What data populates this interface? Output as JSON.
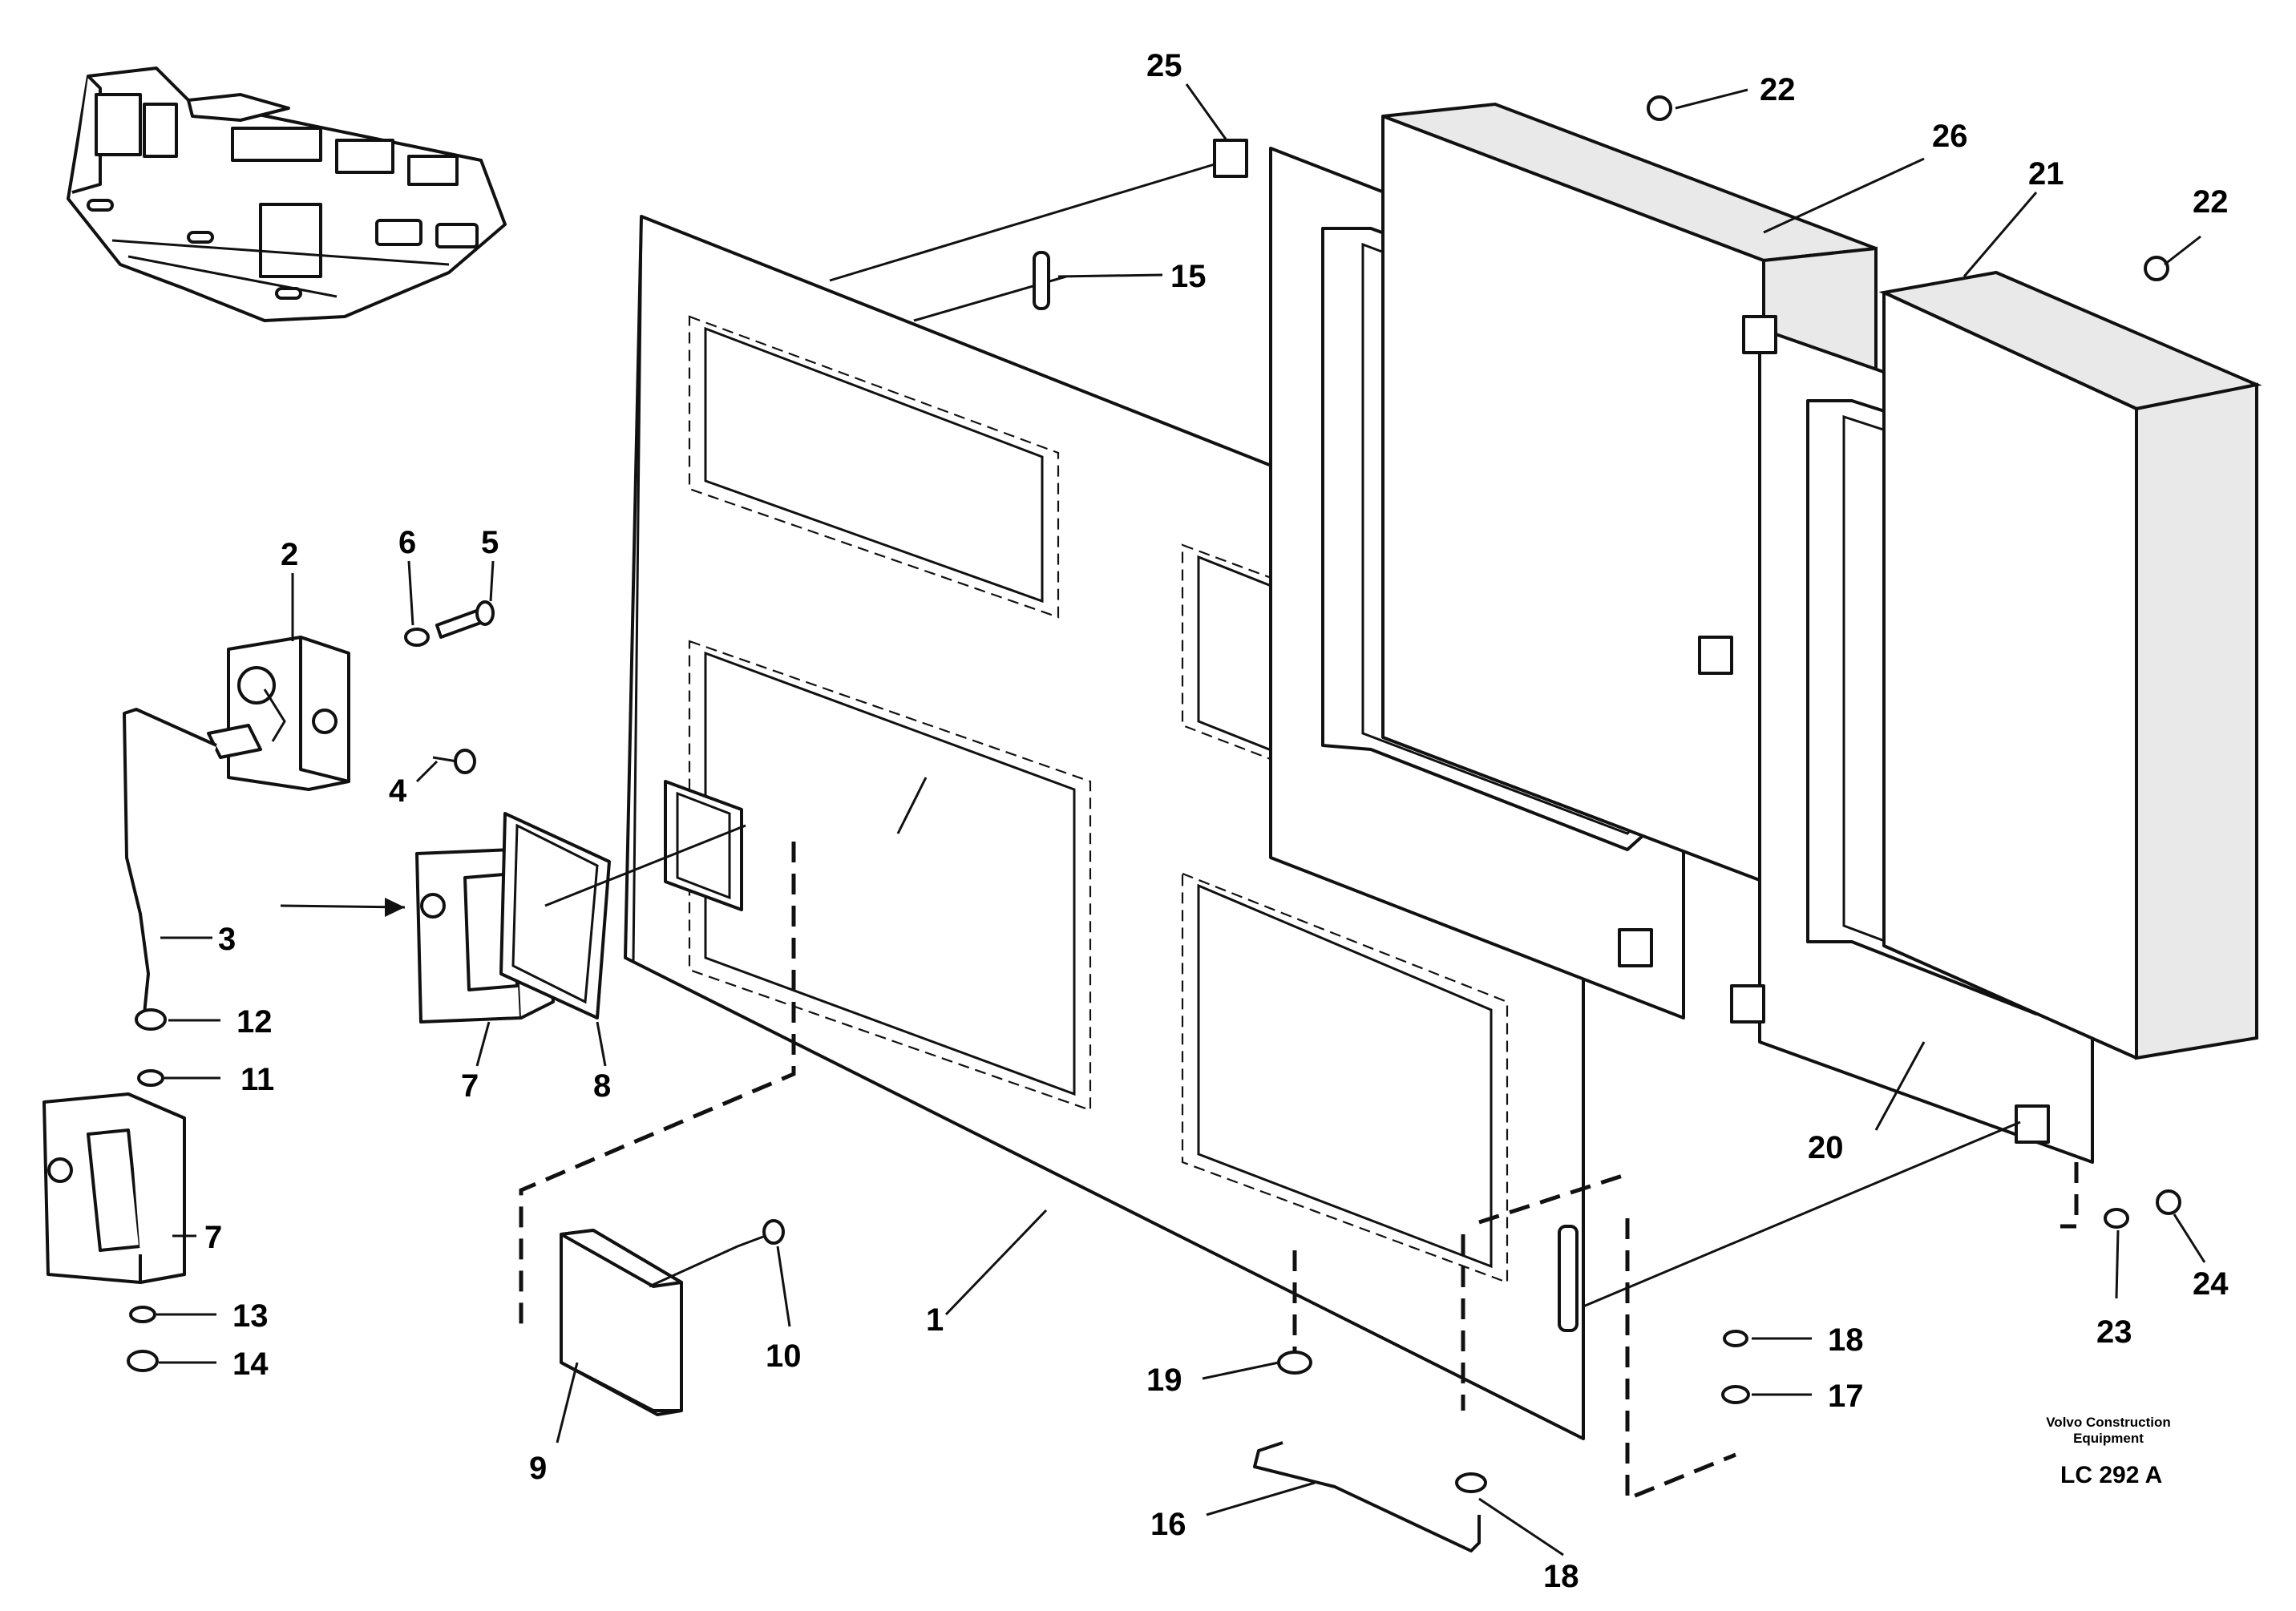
{
  "callouts": {
    "c1": "1",
    "c2": "2",
    "c3": "3",
    "c4": "4",
    "c5": "5",
    "c6": "6",
    "c7a": "7",
    "c7b": "7",
    "c8": "8",
    "c9": "9",
    "c10": "10",
    "c11": "11",
    "c12": "12",
    "c13": "13",
    "c14": "14",
    "c15": "15",
    "c16": "16",
    "c17": "17",
    "c18a": "18",
    "c18b": "18",
    "c19": "19",
    "c20": "20",
    "c21": "21",
    "c22a": "22",
    "c22b": "22",
    "c23": "23",
    "c24": "24",
    "c25": "25",
    "c26": "26"
  },
  "footer": {
    "brand_line1": "Volvo Construction",
    "brand_line2": "Equipment",
    "drawing_code": "LC 292  A"
  }
}
